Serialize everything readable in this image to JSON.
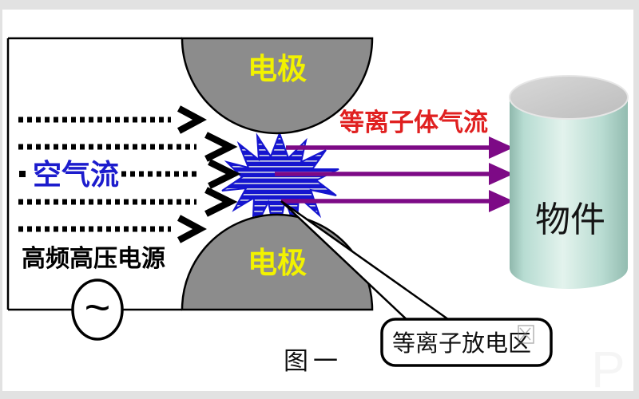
{
  "figure": {
    "caption": "图一",
    "type": "plasma-surface-treatment-schematic"
  },
  "labels": {
    "top_electrode": "电极",
    "bottom_electrode": "电极",
    "air_flow": "空气流",
    "power_source": "高频高压电源",
    "ac_symbol": "~",
    "plasma_flow": "等离子体气流",
    "target_object": "物件",
    "discharge_zone_callout": "等离子放电区"
  },
  "colors": {
    "frame_bg": "#e2e2e2",
    "canvas_bg": "#ffffff",
    "electrode_gray": "#8c8c8c",
    "electrode_label_yellow": "#f2f200",
    "air_flow_blue": "#1c1ccd",
    "plasma_star_blue": "#1515cf",
    "plasma_flow_red": "#e02020",
    "arrow_purple": "#7d0a86",
    "cylinder_teal": "#bcded4",
    "cylinder_top_gray": "#c9c9c9",
    "wire_black": "#000000"
  }
}
